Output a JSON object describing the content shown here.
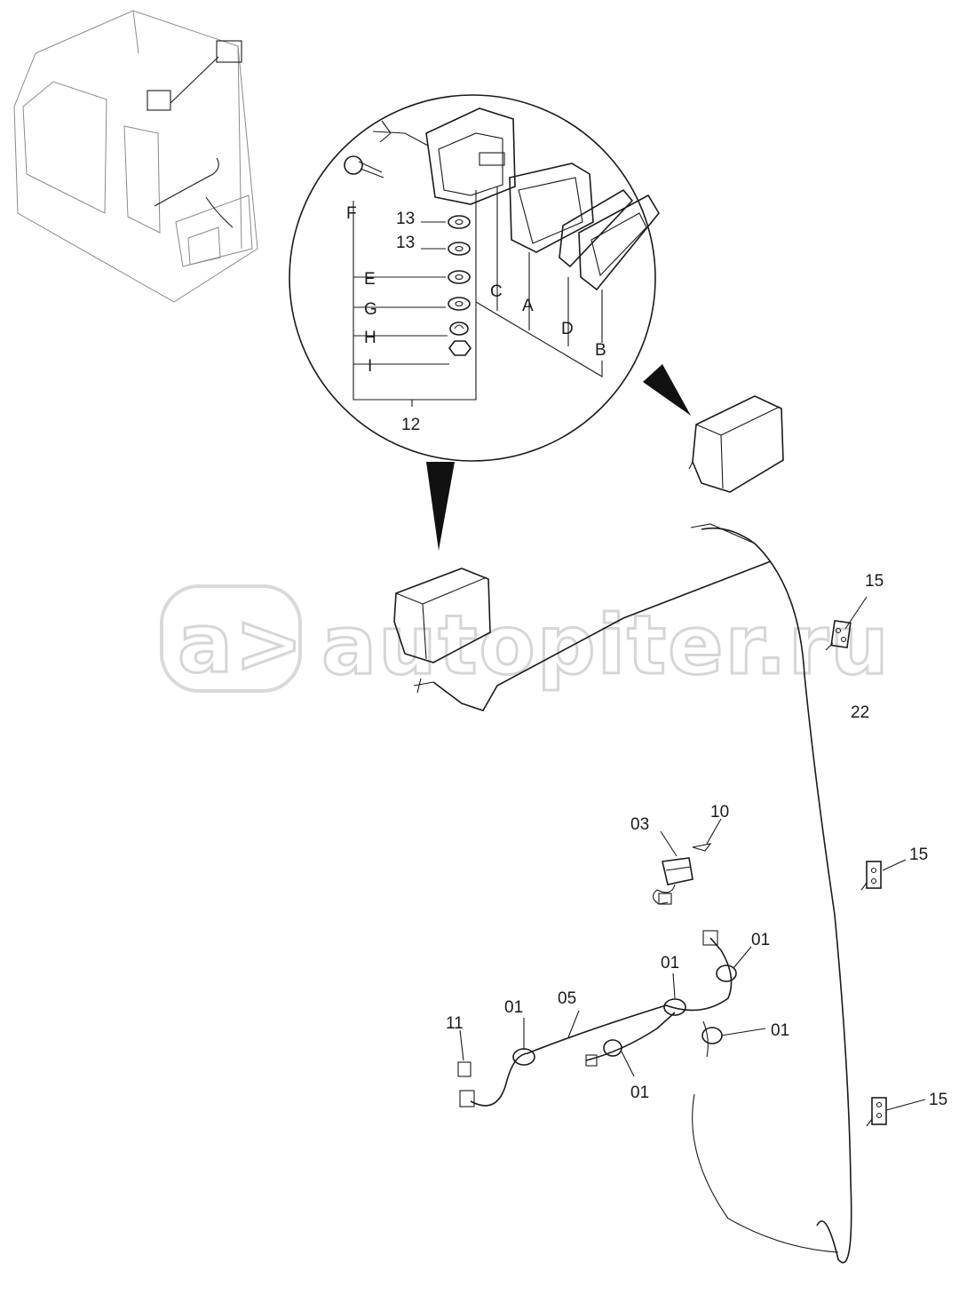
{
  "watermark": {
    "text": "autopiter.ru",
    "logo_text": "a>"
  },
  "callouts": {
    "F": "F",
    "13a": "13",
    "13b": "13",
    "E": "E",
    "G": "G",
    "H": "H",
    "I": "I",
    "12": "12",
    "C": "C",
    "A": "A",
    "D": "D",
    "B": "B",
    "15a": "15",
    "15b": "15",
    "15c": "15",
    "22": "22",
    "03": "03",
    "10": "10",
    "11": "11",
    "05": "05",
    "01a": "01",
    "01b": "01",
    "01c": "01",
    "01d": "01",
    "01e": "01"
  }
}
